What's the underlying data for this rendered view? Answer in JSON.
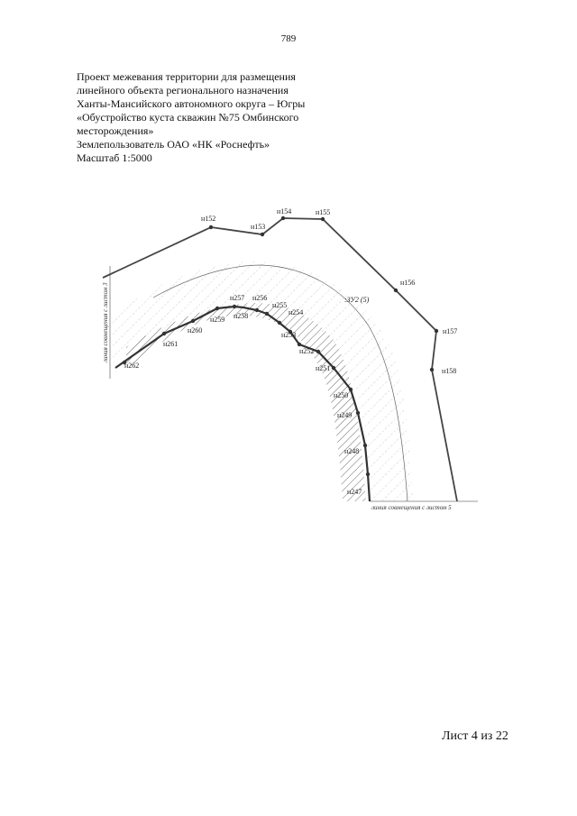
{
  "page_number": "789",
  "title_lines": [
    "Проект межевания территории для размещения",
    "линейного объекта регионального назначения",
    "Ханты-Мансийского автономного округа – Югры",
    "«Обустройство куста скважин №75 Омбинского",
    "месторождения»",
    "Землепользователь ОАО «НК «Роснефть»",
    "Масштаб 1:5000"
  ],
  "plan": {
    "parcel_label": ":ЗУ2 (5)",
    "match_line_left": "линия совмещения с листом 3",
    "match_line_bottom": "линия совмещения с листом 5",
    "outer_points": [
      "н152",
      "н153",
      "н154",
      "н155",
      "н156",
      "н157",
      "н158"
    ],
    "inner_points": [
      "н262",
      "н261",
      "н260",
      "н259",
      "н258",
      "н257",
      "н256",
      "н255",
      "н254",
      "н253",
      "н252",
      "н251",
      "н250",
      "н249",
      "н248",
      "н247"
    ]
  },
  "sheet_label": "Лист 4 из 22"
}
